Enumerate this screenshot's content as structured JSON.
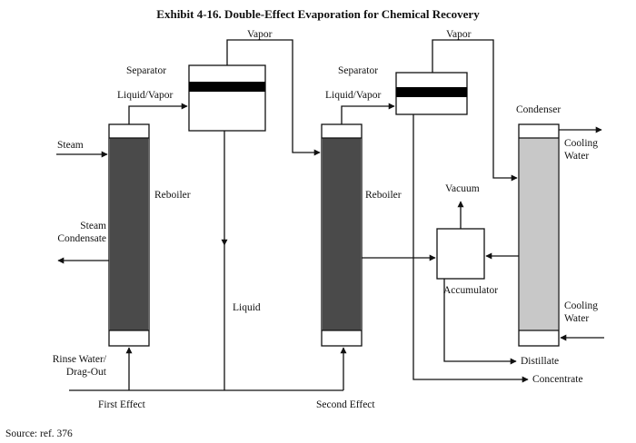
{
  "title": "Exhibit 4-16. Double-Effect Evaporation for Chemical Recovery",
  "labels": {
    "vapor_1": "Vapor",
    "vapor_2": "Vapor",
    "separator_1": "Separator",
    "separator_2": "Separator",
    "liquid_vapor_1": "Liquid/Vapor",
    "liquid_vapor_2": "Liquid/Vapor",
    "condenser": "Condenser",
    "steam": "Steam",
    "reboiler_1": "Reboiler",
    "reboiler_2": "Reboiler",
    "steam_condensate_1": "Steam",
    "steam_condensate_2": "Condensate",
    "vacuum": "Vacuum",
    "cooling_water_out_1": "Cooling",
    "cooling_water_out_2": "Water",
    "cooling_water_in_1": "Cooling",
    "cooling_water_in_2": "Water",
    "liquid": "Liquid",
    "accumulator": "Accumulator",
    "rinse_water_1": "Rinse Water/",
    "rinse_water_2": "Drag-Out",
    "distillate": "Distillate",
    "concentrate": "Concentrate",
    "first_effect": "First Effect",
    "second_effect": "Second Effect"
  },
  "source": "Source:  ref. 376",
  "colors": {
    "line": "#111111",
    "reboiler_fill": "#4a4a4a",
    "condenser_fill": "#c8c8c8",
    "band": "#000000"
  }
}
